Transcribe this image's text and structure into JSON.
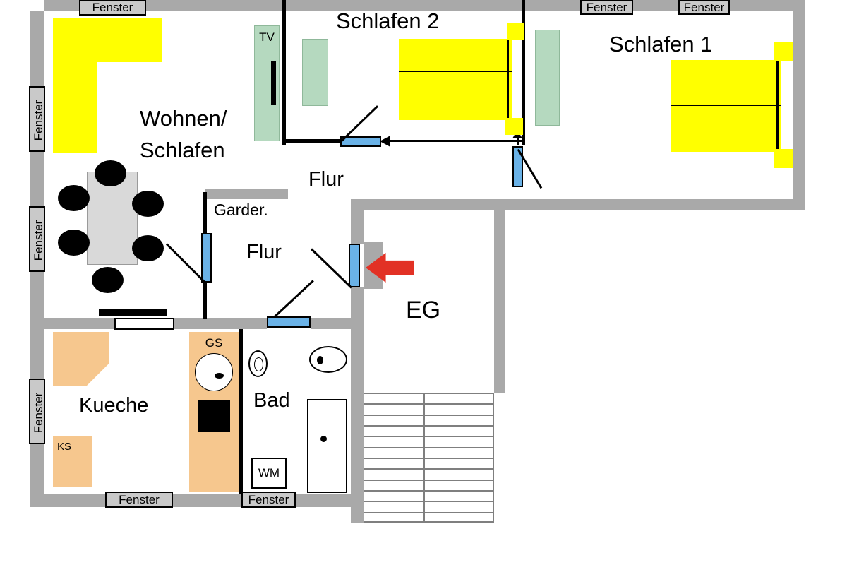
{
  "palette": {
    "wall": "#a9a9a9",
    "window_fill": "#c9c9c9",
    "door_blue": "#6ab2e7",
    "furniture_yellow": "#ffff00",
    "furniture_green": "#b5d9bf",
    "kitchen_tan": "#f6c78e",
    "arrow_red": "#e23125",
    "table_gray": "#d9d9d9"
  },
  "labels": {
    "fenster": "Fenster",
    "schlafen2": "Schlafen 2",
    "schlafen1": "Schlafen 1",
    "wohnen_line1": "Wohnen/",
    "wohnen_line2": "Schlafen",
    "flur_top": "Flur",
    "garderobe": "Garder.",
    "flur_lower": "Flur",
    "eg": "EG",
    "kueche": "Kueche",
    "bad": "Bad",
    "tv": "TV",
    "gs": "GS",
    "ks": "KS",
    "wm": "WM"
  }
}
